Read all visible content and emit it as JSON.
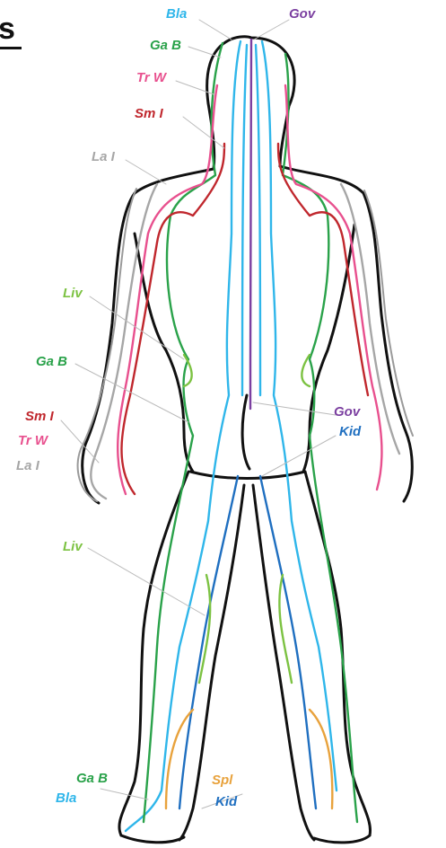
{
  "title_fragment": "s",
  "colors": {
    "outline": "#111111",
    "outline_grey": "#9a9a9a",
    "gov": "#7b3fa0",
    "bla": "#2fb6ea",
    "kid": "#1f6fc0",
    "gab": "#2aa24a",
    "liv": "#7cc242",
    "trw": "#e8508e",
    "sml": "#c0272d",
    "lai": "#a6a6a6",
    "spl": "#e8a23c"
  },
  "labels": {
    "bla_top": "Bla",
    "gov_top": "Gov",
    "gab_top": "Ga B",
    "trw_top": "Tr W",
    "sml_top": "Sm I",
    "lai_top": "La I",
    "liv_mid": "Liv",
    "gab_mid": "Ga B",
    "sml_hand": "Sm I",
    "trw_hand": "Tr W",
    "lai_hand": "La I",
    "gov_right": "Gov",
    "kid_right": "Kid",
    "liv_leg": "Liv",
    "gab_foot": "Ga B",
    "bla_foot": "Bla",
    "spl_foot": "Spl",
    "kid_foot": "Kid"
  }
}
